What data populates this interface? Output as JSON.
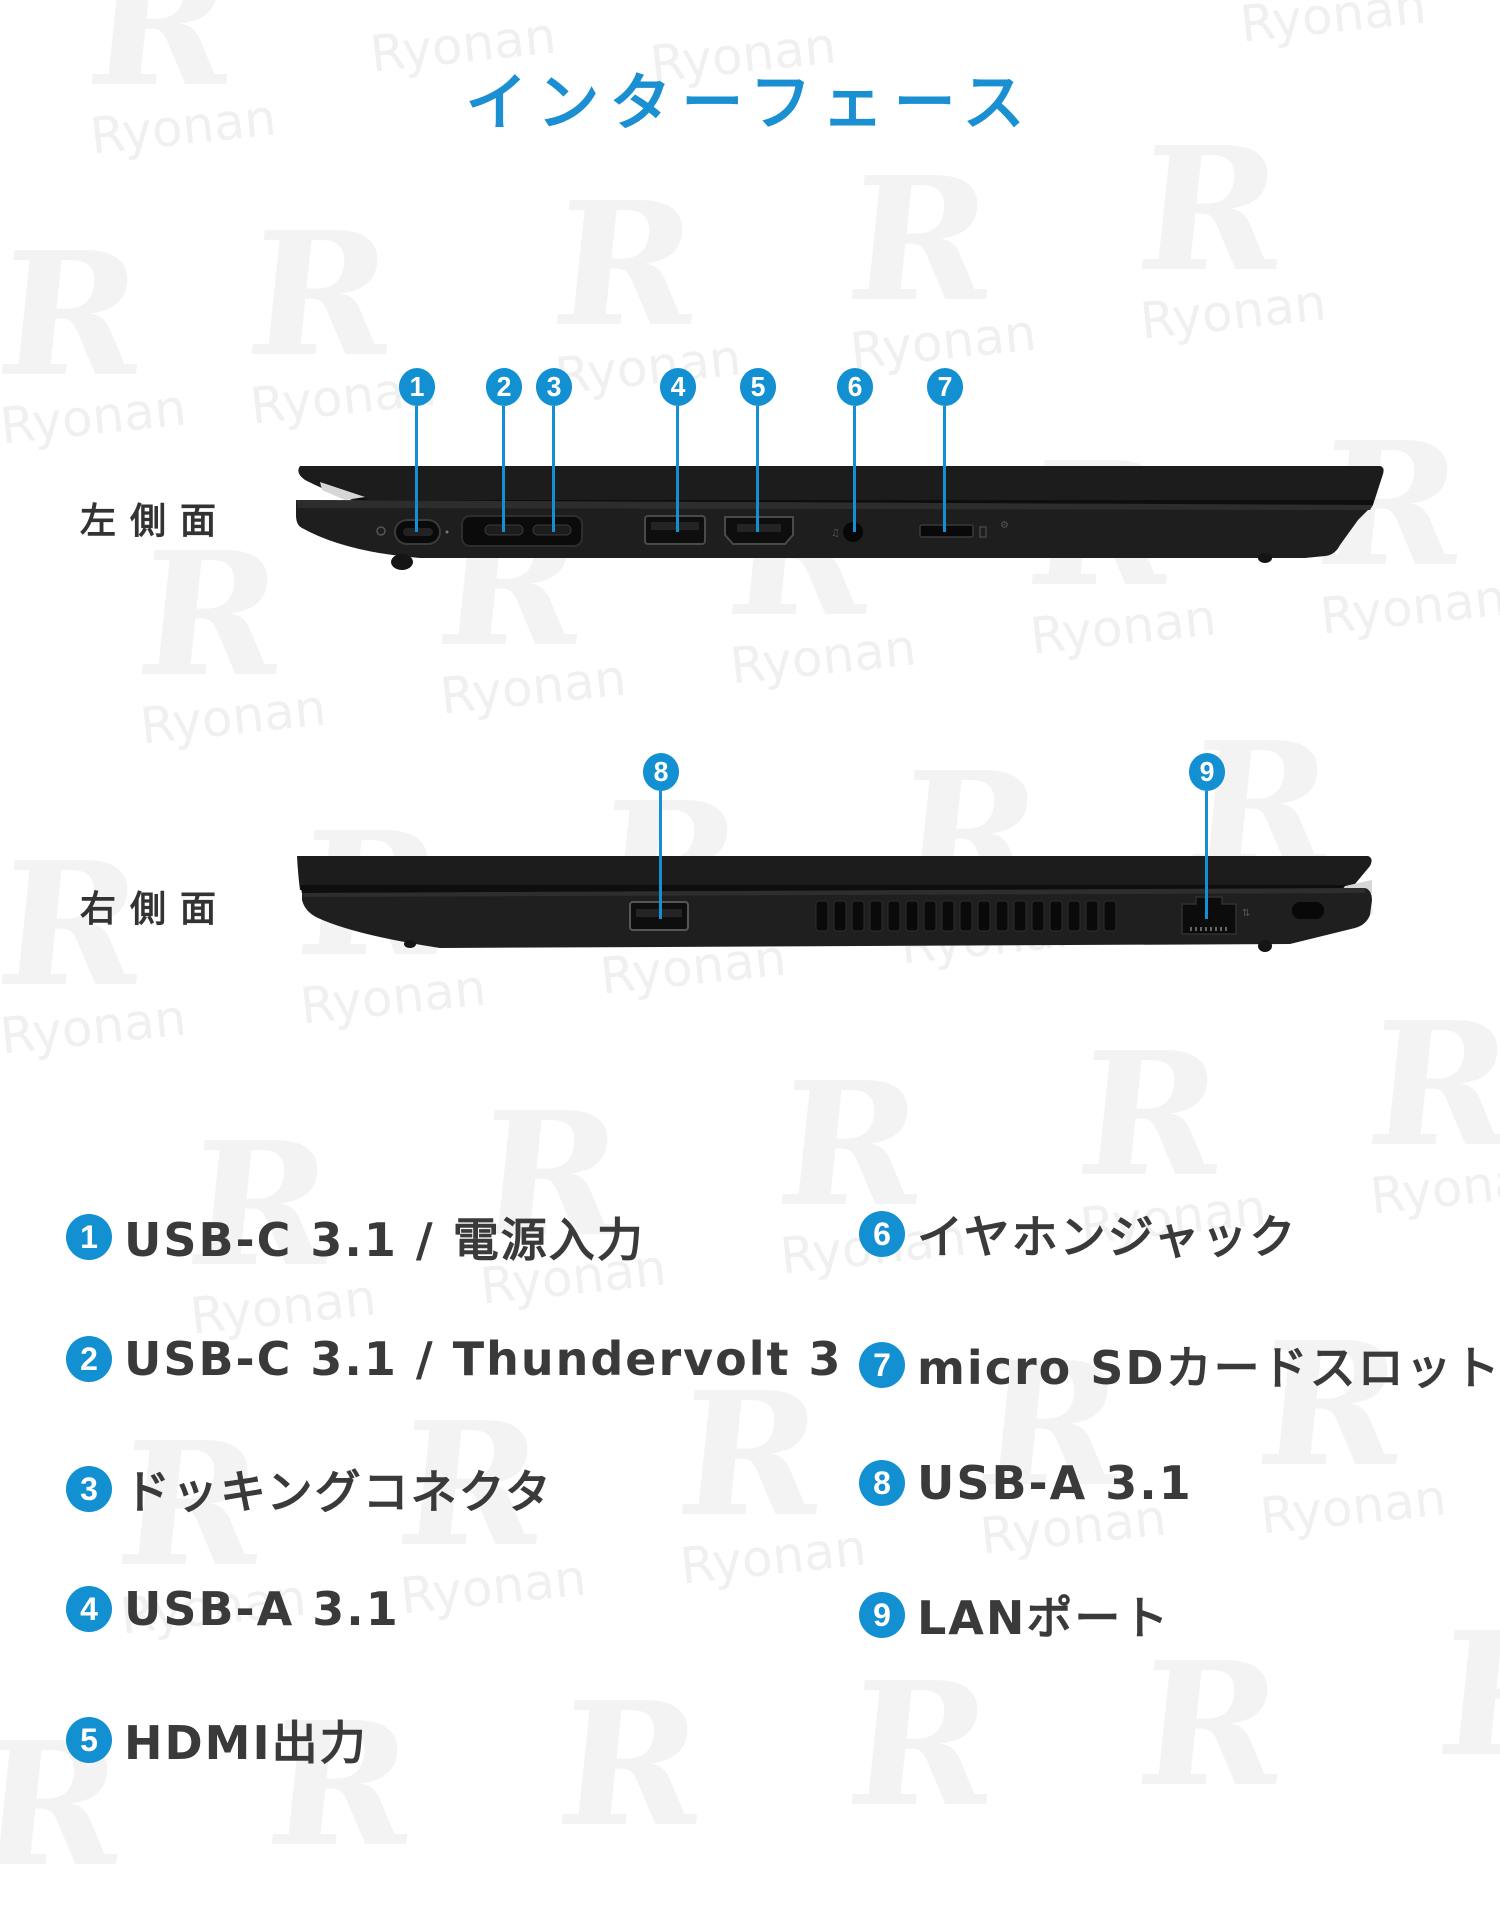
{
  "title": "インターフェース",
  "accent_color": "#1290d2",
  "text_color": "#3a3a3a",
  "watermark": {
    "letter": "R",
    "text": "Ryonan"
  },
  "left_side": {
    "label": "左側面",
    "callouts": [
      {
        "number": "1",
        "port": "usb-c-power"
      },
      {
        "number": "2",
        "port": "usb-c-thunderbolt"
      },
      {
        "number": "3",
        "port": "docking-connector"
      },
      {
        "number": "4",
        "port": "usb-a"
      },
      {
        "number": "5",
        "port": "hdmi"
      },
      {
        "number": "6",
        "port": "headphone-jack"
      },
      {
        "number": "7",
        "port": "microsd-slot"
      }
    ]
  },
  "right_side": {
    "label": "右側面",
    "callouts": [
      {
        "number": "8",
        "port": "usb-a"
      },
      {
        "number": "9",
        "port": "lan"
      }
    ]
  },
  "legend": {
    "left_column": [
      {
        "number": "1",
        "label": "USB-C 3.1 / 電源入力"
      },
      {
        "number": "2",
        "label": "USB-C 3.1 / Thundervolt 3"
      },
      {
        "number": "3",
        "label": "ドッキングコネクタ"
      },
      {
        "number": "4",
        "label": "USB-A 3.1"
      },
      {
        "number": "5",
        "label": "HDMI出力"
      }
    ],
    "right_column": [
      {
        "number": "6",
        "label": "イヤホンジャック"
      },
      {
        "number": "7",
        "label": "micro SDカードスロット"
      },
      {
        "number": "8",
        "label": "USB-A 3.1"
      },
      {
        "number": "9",
        "label": "LANポート"
      }
    ]
  }
}
